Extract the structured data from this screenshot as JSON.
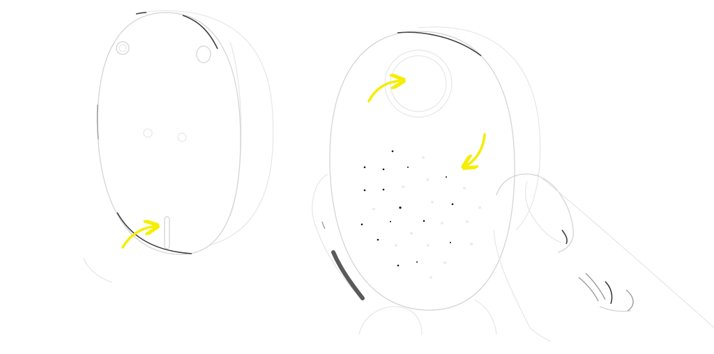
{
  "figure": {
    "background": "#ffffff",
    "line_color": "#d8d8d8",
    "shadow_color": "#4a4a4a",
    "dot_color": "#111111",
    "arrow_color": "#f5ee00",
    "panels": [
      {
        "name": "device-back-view",
        "shows": [
          "screw-hole",
          "screw-hole",
          "small-hole",
          "small-hole",
          "slot"
        ],
        "arrow_count": 1
      },
      {
        "name": "device-front-view-held",
        "shows": [
          "button-circle",
          "speaker-grille",
          "hand"
        ],
        "arrow_count": 2
      }
    ]
  }
}
